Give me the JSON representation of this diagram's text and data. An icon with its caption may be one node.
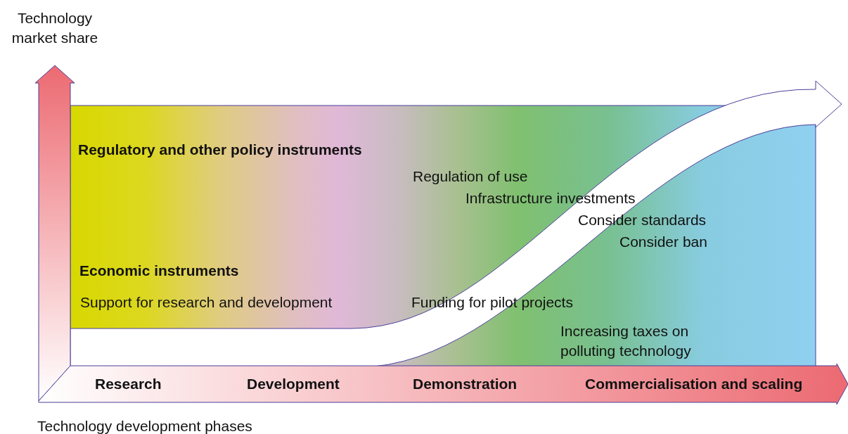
{
  "diagram": {
    "labels": [
      "Technology market share",
      "Regulatory and other policy instruments",
      "Regulation of use",
      "Infrastructure investments",
      "Consider standards",
      "Consider ban",
      "Economic instruments",
      "Support for research and development",
      "Funding for pilot projects",
      "Increasing taxes on polluting technology",
      "Research",
      "Development",
      "Demonstration",
      "Commercialisation and scaling",
      "Technology development phases"
    ]
  }
}
